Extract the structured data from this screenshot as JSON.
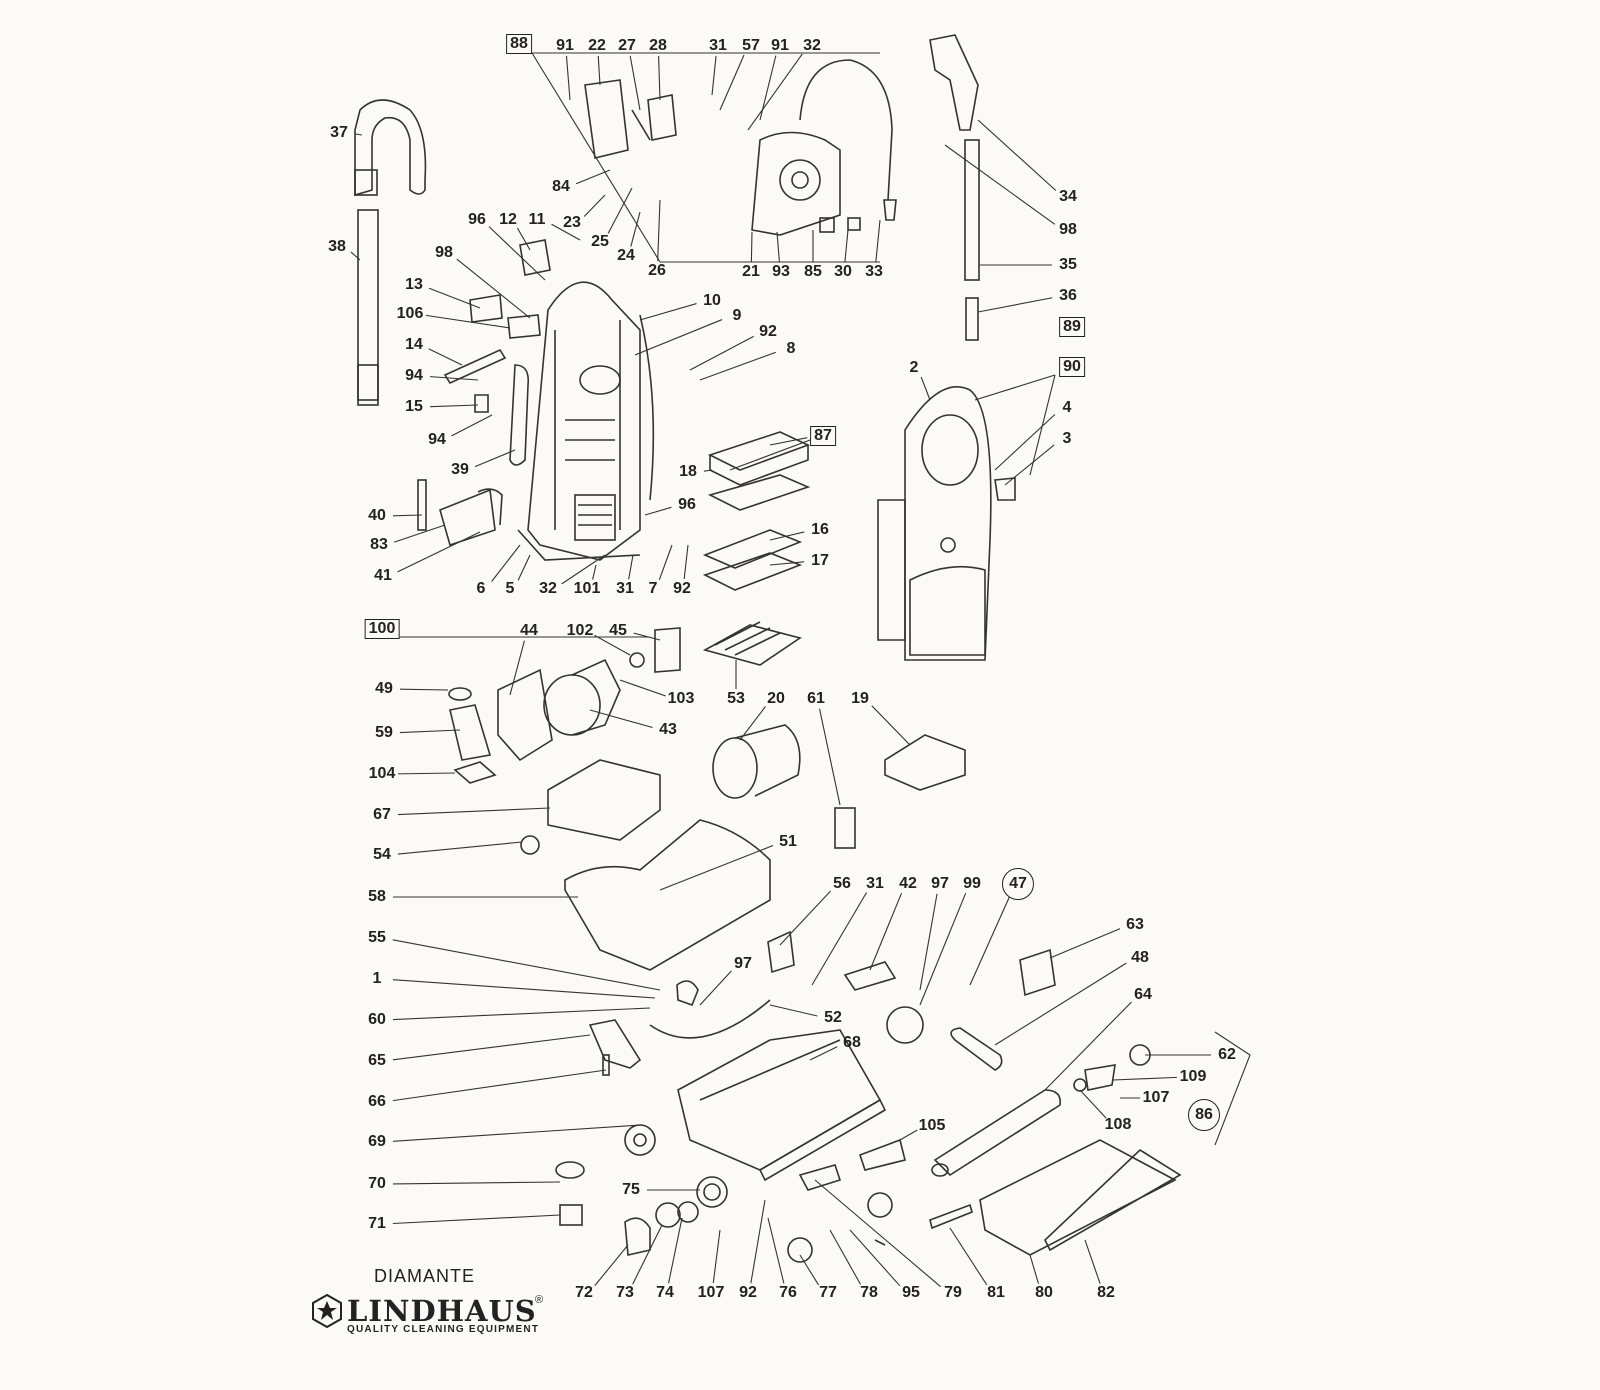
{
  "diagram": {
    "labels": [
      "88",
      "91",
      "22",
      "27",
      "28",
      "31",
      "57",
      "91",
      "32",
      "84",
      "23",
      "25",
      "24",
      "26",
      "21",
      "93",
      "85",
      "30",
      "33",
      "37",
      "38",
      "96",
      "12",
      "11",
      "98",
      "13",
      "106",
      "14",
      "94",
      "15",
      "94",
      "39",
      "10",
      "9",
      "92",
      "8",
      "87",
      "18",
      "96",
      "16",
      "17",
      "40",
      "83",
      "41",
      "6",
      "5",
      "32",
      "101",
      "31",
      "7",
      "92",
      "34",
      "98",
      "35",
      "36",
      "89",
      "90",
      "2",
      "4",
      "3",
      "100",
      "44",
      "102",
      "45",
      "49",
      "103",
      "43",
      "59",
      "104",
      "53",
      "20",
      "61",
      "19",
      "67",
      "54",
      "51",
      "58",
      "55",
      "1",
      "60",
      "65",
      "66",
      "69",
      "70",
      "71",
      "56",
      "31",
      "42",
      "97",
      "99",
      "47",
      "97",
      "52",
      "63",
      "48",
      "64",
      "68",
      "62",
      "109",
      "107",
      "108",
      "86",
      "105",
      "75",
      "72",
      "73",
      "74",
      "107",
      "92",
      "76",
      "77",
      "78",
      "95",
      "79",
      "81",
      "80",
      "82"
    ],
    "boxed_labels": [
      "88",
      "87",
      "89",
      "90",
      "100"
    ],
    "circled_labels": [
      "47",
      "86"
    ]
  },
  "brand": {
    "model": "DIAMANTE",
    "name": "LINDHAUS",
    "registered": "®",
    "tagline": "QUALITY CLEANING EQUIPMENT",
    "logo_icon": "star-hexagon-icon"
  },
  "colors": {
    "ink": "#222222",
    "paper": "#fbfaf6"
  }
}
